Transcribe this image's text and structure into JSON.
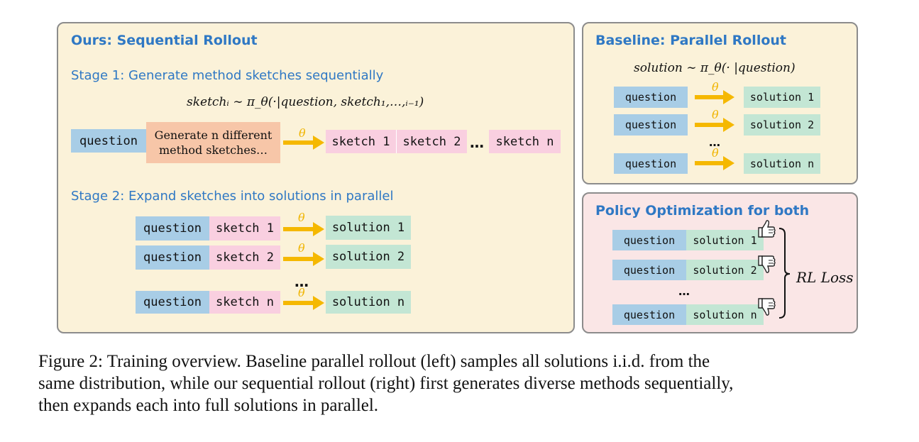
{
  "ours": {
    "title": "Ours: Sequential Rollout",
    "stage1_label": "Stage 1:  Generate method sketches sequentially",
    "stage1_formula": "sketchᵢ ∼ π_θ(·|question, sketch₁,…,ᵢ₋₁)",
    "question_label": "question",
    "generate_line1": "Generate n different",
    "generate_line2": "method sketches…",
    "theta": "θ",
    "sketches": [
      "sketch 1",
      "sketch 2",
      "sketch n"
    ],
    "ellipsis": "…",
    "stage2_label": "Stage 2:  Expand sketches into solutions in parallel",
    "stage2_rows": [
      {
        "question": "question",
        "sketch": "sketch 1",
        "solution": "solution 1"
      },
      {
        "question": "question",
        "sketch": "sketch 2",
        "solution": "solution 2"
      },
      {
        "question": "question",
        "sketch": "sketch n",
        "solution": "solution n"
      }
    ]
  },
  "baseline": {
    "title": "Baseline: Parallel Rollout",
    "formula": "solution ∼ π_θ(· |question)",
    "theta": "θ",
    "ellipsis": "…",
    "rows": [
      {
        "question": "question",
        "solution": "solution 1"
      },
      {
        "question": "question",
        "solution": "solution 2"
      },
      {
        "question": "question",
        "solution": "solution n"
      }
    ]
  },
  "policy": {
    "title": "Policy Optimization for both",
    "ellipsis": "…",
    "rows": [
      {
        "question": "question",
        "solution": "solution 1",
        "feedback_icon": "thumbs-up-icon"
      },
      {
        "question": "question",
        "solution": "solution 2",
        "feedback_icon": "thumbs-down-icon"
      },
      {
        "question": "question",
        "solution": "solution n",
        "feedback_icon": "thumbs-down-icon"
      }
    ],
    "loss_label": "RL Loss"
  },
  "caption": {
    "line1": "Figure 2:  Training overview.  Baseline parallel rollout (left) samples all solutions i.i.d.  from the",
    "line2": "same distribution, while our sequential rollout (right) first generates diverse methods sequentially,",
    "line3": "then expands each into full solutions in parallel."
  },
  "colors": {
    "title_blue": "#2f78c4",
    "panel_beige": "#fbf2d9",
    "panel_pink": "#fae6e6",
    "question_blue": "#a8cde6",
    "sketch_pink": "#f9cfe0",
    "solution_green": "#c3e6d4",
    "generate_orange": "#f7c6a8",
    "arrow_yellow": "#f5b800"
  }
}
